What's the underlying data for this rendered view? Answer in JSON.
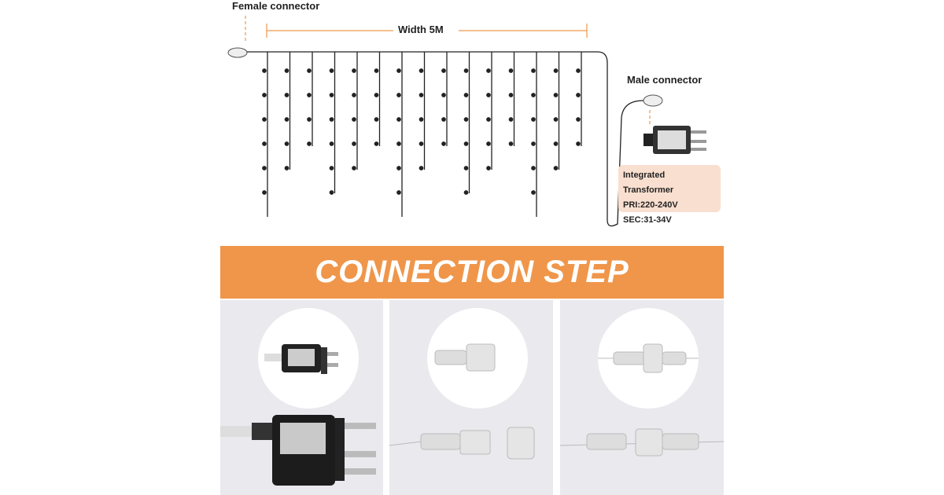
{
  "labels": {
    "female_connector": "Female connector",
    "width": "Width 5M",
    "male_connector": "Male connector"
  },
  "transformer": {
    "title": "Integrated Transformer",
    "pri": "PRI:220-240V",
    "sec": "SEC:31-34V"
  },
  "banner": {
    "title": "CONNECTION STEP"
  },
  "colors": {
    "accent": "#F0964A",
    "spec_bg": "#f9dfcf",
    "panel_bg": "#e9e9ee"
  }
}
